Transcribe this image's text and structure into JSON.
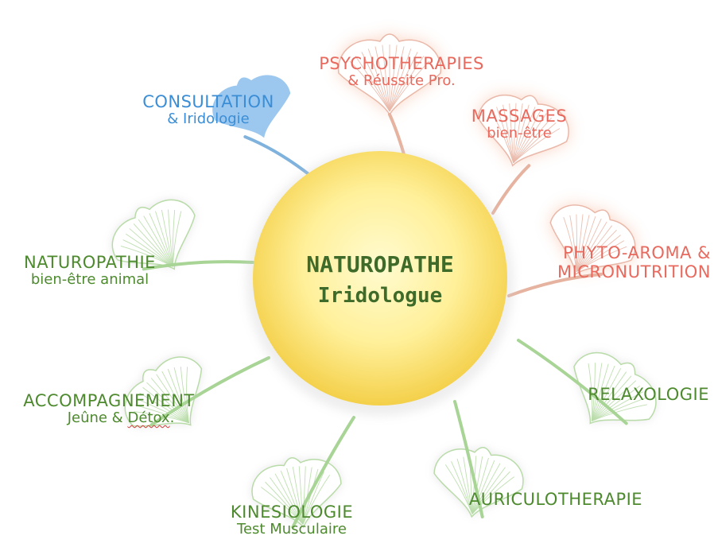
{
  "center": {
    "title": "NATUROPATHE",
    "subtitle": "Iridologue"
  },
  "colors": {
    "center_text": "#3f6b2a",
    "blue": "#3b8ed6",
    "salmon": "#e86a5e",
    "green": "#4d8a2e",
    "leaf_green": "#b8dba8",
    "leaf_blue": "#9cc8ef",
    "leaf_salmon": "#e9b8a8",
    "sun_core": "#fff7a8",
    "sun_edge": "#f2cf3f"
  },
  "branches": [
    {
      "id": "consultation",
      "line1": "CONSULTATION",
      "line2": "& Iridologie",
      "color": "blue",
      "leaf": "blue"
    },
    {
      "id": "psychotherapies",
      "line1": "PSYCHOTHERAPIES",
      "line2": "& Réussite Pro.",
      "color": "salmon",
      "leaf": "salmon"
    },
    {
      "id": "massages",
      "line1": "MASSAGES",
      "line2": "bien-être",
      "color": "salmon",
      "leaf": "salmon"
    },
    {
      "id": "phyto",
      "line1": "PHYTO-AROMA &",
      "line2": "MICRONUTRITION",
      "color": "salmon",
      "leaf": "salmon"
    },
    {
      "id": "naturopathie",
      "line1": "NATUROPATHIE",
      "line2": "bien-être animal",
      "color": "green",
      "leaf": "green"
    },
    {
      "id": "accompagnement",
      "line1": "ACCOMPAGNEMENT",
      "line2a": "Jeûne & ",
      "line2b": "Détox",
      "line2c": ".",
      "color": "green",
      "leaf": "green"
    },
    {
      "id": "relaxologie",
      "line1": "RELAXOLOGIE",
      "color": "green",
      "leaf": "green"
    },
    {
      "id": "auriculo",
      "line1": "AURICULOTHERAPIE",
      "color": "green",
      "leaf": "green"
    },
    {
      "id": "kinesiologie",
      "line1": "KINESIOLOGIE",
      "line2": "Test Musculaire",
      "color": "green",
      "leaf": "green"
    }
  ]
}
